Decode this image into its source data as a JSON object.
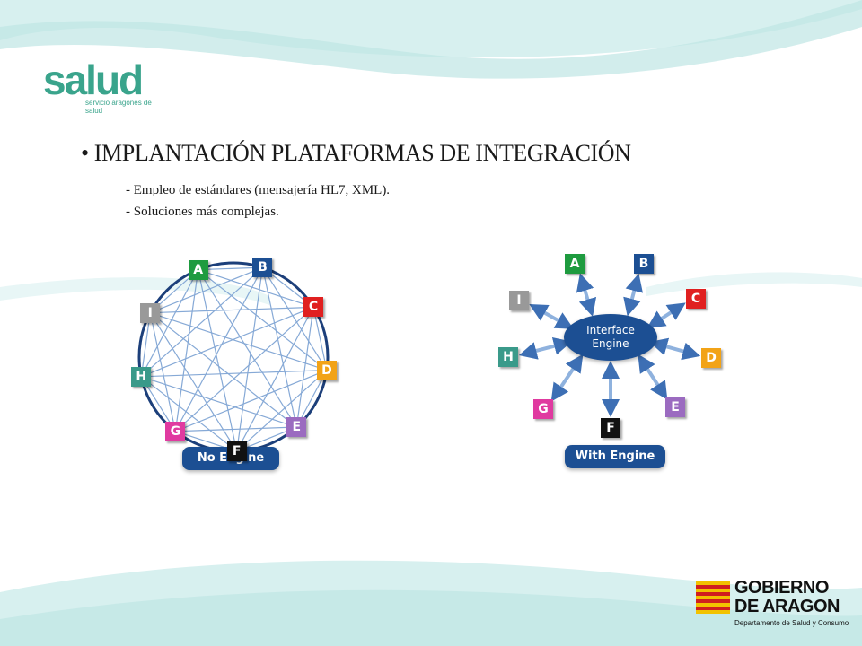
{
  "logo": {
    "name": "salud",
    "subtitle": "servicio aragonés de salud"
  },
  "title": "• IMPLANTACIÓN PLATAFORMAS DE INTEGRACIÓN",
  "bullets": [
    "- Empleo de estándares (mensajería HL7, XML).",
    "- Soluciones más complejas."
  ],
  "diagram_no_engine": {
    "label": "No Engine",
    "nodes": [
      {
        "label": "A",
        "color": "#1e9b3f"
      },
      {
        "label": "B",
        "color": "#1c4f93"
      },
      {
        "label": "C",
        "color": "#e02020"
      },
      {
        "label": "D",
        "color": "#f2a317"
      },
      {
        "label": "E",
        "color": "#9b6bc0"
      },
      {
        "label": "F",
        "color": "#111111"
      },
      {
        "label": "G",
        "color": "#e03aa0"
      },
      {
        "label": "H",
        "color": "#3a9a8a"
      },
      {
        "label": "I",
        "color": "#999999"
      }
    ]
  },
  "diagram_with_engine": {
    "label": "With Engine",
    "engine_label": "Interface Engine",
    "nodes": [
      {
        "label": "A",
        "color": "#1e9b3f"
      },
      {
        "label": "B",
        "color": "#1c4f93"
      },
      {
        "label": "C",
        "color": "#e02020"
      },
      {
        "label": "D",
        "color": "#f2a317"
      },
      {
        "label": "E",
        "color": "#9b6bc0"
      },
      {
        "label": "F",
        "color": "#111111"
      },
      {
        "label": "G",
        "color": "#e03aa0"
      },
      {
        "label": "H",
        "color": "#3a9a8a"
      },
      {
        "label": "I",
        "color": "#999999"
      }
    ]
  },
  "footer_logo": {
    "line1": "GOBIERNO",
    "line2": "DE ARAGON",
    "department": "Departamento de Salud y Consumo"
  },
  "colors": {
    "teal": "#3aa48c",
    "engine_blue": "#1c4f93",
    "wave": "#cfecec"
  }
}
